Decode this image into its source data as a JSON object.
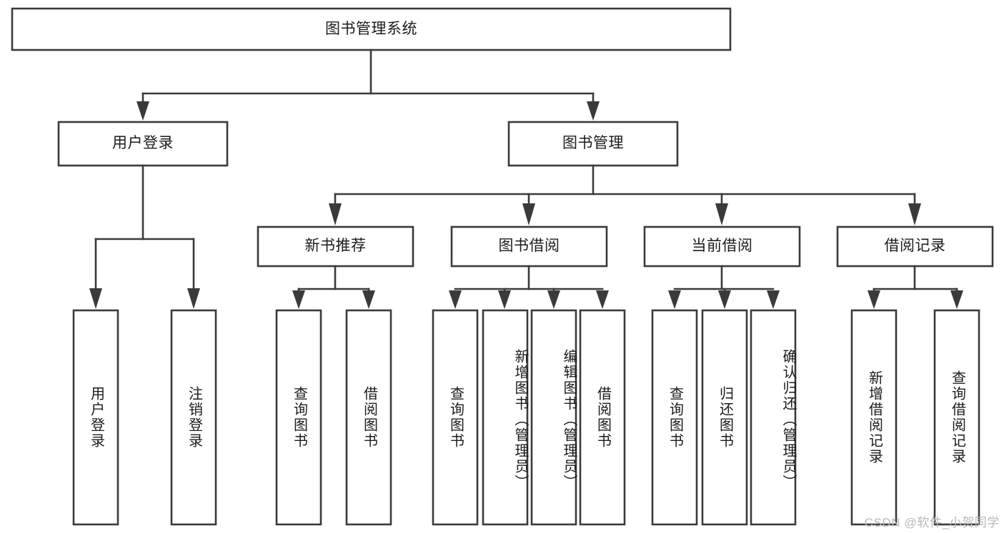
{
  "diagram": {
    "title": "图书管理系统",
    "type": "hierarchy-tree",
    "levels": 4,
    "root": {
      "id": "root",
      "label": "图书管理系统",
      "orientation": "horizontal"
    },
    "level2": [
      {
        "id": "user-login",
        "label": "用户登录",
        "orientation": "horizontal"
      },
      {
        "id": "book-management",
        "label": "图书管理",
        "orientation": "horizontal"
      }
    ],
    "level3": [
      {
        "id": "new-book-recommend",
        "label": "新书推荐",
        "orientation": "horizontal",
        "parent": "book-management"
      },
      {
        "id": "book-borrow",
        "label": "图书借阅",
        "orientation": "horizontal",
        "parent": "book-management"
      },
      {
        "id": "current-borrow",
        "label": "当前借阅",
        "orientation": "horizontal",
        "parent": "book-management"
      },
      {
        "id": "borrow-record",
        "label": "借阅记录",
        "orientation": "horizontal",
        "parent": "book-management"
      }
    ],
    "leaves": [
      {
        "id": "leaf-user-login",
        "label": "用户登录",
        "parent": "user-login"
      },
      {
        "id": "leaf-logout-login",
        "label": "注销登录",
        "parent": "user-login"
      },
      {
        "id": "leaf-query-book-1",
        "label": "查询图书",
        "parent": "new-book-recommend"
      },
      {
        "id": "leaf-borrow-book-1",
        "label": "借阅图书",
        "parent": "new-book-recommend"
      },
      {
        "id": "leaf-query-book-2",
        "label": "查询图书",
        "parent": "book-borrow"
      },
      {
        "id": "leaf-add-book-admin",
        "label": "新增图书（管理员）",
        "parent": "book-borrow"
      },
      {
        "id": "leaf-edit-book-admin",
        "label": "编辑图书（管理员）",
        "parent": "book-borrow"
      },
      {
        "id": "leaf-borrow-book-2",
        "label": "借阅图书",
        "parent": "book-borrow"
      },
      {
        "id": "leaf-query-book-3",
        "label": "查询图书",
        "parent": "current-borrow"
      },
      {
        "id": "leaf-return-book",
        "label": "归还图书",
        "parent": "current-borrow"
      },
      {
        "id": "leaf-confirm-return-admin",
        "label": "确认归还（管理员）",
        "parent": "current-borrow"
      },
      {
        "id": "leaf-add-borrow-record",
        "label": "新增借阅记录",
        "parent": "borrow-record"
      },
      {
        "id": "leaf-query-borrow-record",
        "label": "查询借阅记录",
        "parent": "borrow-record"
      }
    ],
    "colors": {
      "box_stroke": "#3a3a3a",
      "box_fill": "#ffffff",
      "text": "#1b1b1b",
      "watermark": "#b8b8b8",
      "background": "#ffffff"
    }
  },
  "watermark": {
    "text": "CSDN @软件_小贺同学"
  }
}
